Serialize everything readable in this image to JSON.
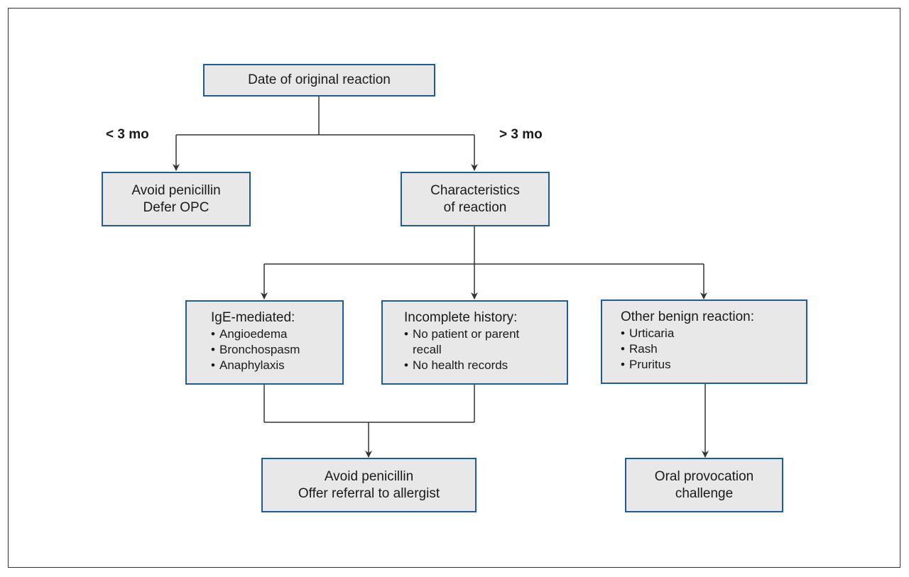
{
  "diagram": {
    "root": {
      "label": "Date of original reaction"
    },
    "branch_labels": {
      "less": "< 3 mo",
      "greater": "> 3 mo"
    },
    "avoid_defer": {
      "line1": "Avoid penicillin",
      "line2": "Defer OPC"
    },
    "characteristics": {
      "line1": "Characteristics",
      "line2": "of reaction"
    },
    "ige": {
      "heading": "IgE-mediated:",
      "items": [
        "Angioedema",
        "Bronchospasm",
        "Anaphylaxis"
      ]
    },
    "incomplete": {
      "heading": "Incomplete history:",
      "items": [
        "No patient or parent",
        "recall",
        "No health records"
      ]
    },
    "benign": {
      "heading": "Other benign reaction:",
      "items": [
        "Urticaria",
        "Rash",
        "Pruritus"
      ]
    },
    "avoid_referral": {
      "line1": "Avoid penicillin",
      "line2": "Offer referral to allergist"
    },
    "opc": {
      "line1": "Oral provocation",
      "line2": "challenge"
    }
  },
  "colors": {
    "box_fill": "#e8e8e9",
    "box_border": "#1f5b96",
    "line": "#333333"
  }
}
